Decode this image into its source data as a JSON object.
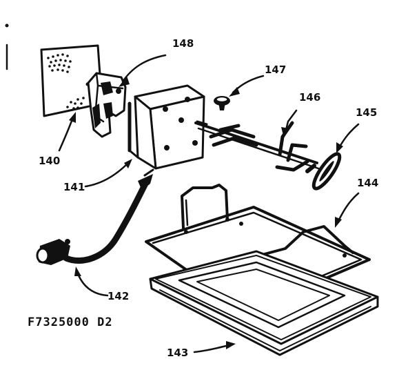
{
  "diagram": {
    "model_number": "F7325000 D2",
    "callouts": {
      "c140": "140",
      "c141": "141",
      "c142": "142",
      "c143": "143",
      "c144": "144",
      "c145": "145",
      "c146": "146",
      "c147": "147",
      "c148": "148"
    }
  }
}
